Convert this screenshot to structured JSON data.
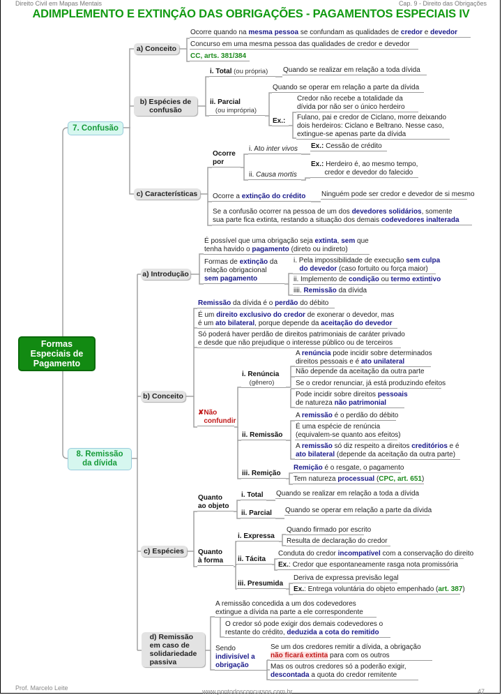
{
  "header": {
    "left": "Direito Civil em Mapas Mentais",
    "right": "Cap. 9 - Direito das Obrigações",
    "title": "ADIMPLEMENTO E EXTINÇÃO DAS OBRIGAÇÕES - PAGAMENTOS ESPECIAIS IV"
  },
  "root": "Formas\nEspeciais de\nPagamento",
  "confusao": {
    "label": "7. Confusão",
    "conceito": {
      "label": "a) Conceito",
      "l1": [
        [
          "Ocorre quando na ",
          ""
        ],
        [
          "mesma pessoa",
          "b"
        ],
        [
          " se confundam as qualidades de ",
          ""
        ],
        [
          "credor",
          "b"
        ],
        [
          " e ",
          ""
        ],
        [
          "devedor",
          "b"
        ]
      ],
      "l2": [
        [
          "Concurso em uma mesma pessoa das qualidades de credor e devedor",
          ""
        ]
      ],
      "l3": [
        [
          "CC, arts. 381/384",
          "g"
        ]
      ]
    },
    "especies": {
      "label": "b) Espécies de\nconfusão",
      "total": [
        [
          "i. Total",
          "k"
        ],
        [
          " (ou própria)",
          "s"
        ]
      ],
      "total_leaf": [
        [
          "Quando se realizar em relação a toda dívida",
          ""
        ]
      ],
      "parcial": [
        [
          "ii. Parcial",
          "k"
        ],
        [
          "\n   (ou imprópria)",
          "s"
        ]
      ],
      "parcial_leaf": [
        [
          "Quando se operar em relação a parte da dívida",
          ""
        ]
      ],
      "ex": [
        [
          "Ex.:",
          "k"
        ]
      ],
      "ex1": [
        [
          "Credor não recebe a totalidade da\ndívida por não ser o único herdeiro",
          ""
        ]
      ],
      "ex2": [
        [
          "Fulano, pai e credor de Ciclano, morre deixando\ndois herdeiros: Ciclano e Beltrano. Nesse caso,\nextingue-se apenas parte da dívida",
          ""
        ]
      ]
    },
    "caracteristicas": {
      "label": "c) Características",
      "ocorre_por": [
        [
          "Ocorre\npor",
          "k"
        ]
      ],
      "inter_vivos": [
        [
          "i. Ato ",
          ""
        ],
        [
          "inter vivos",
          "i"
        ]
      ],
      "inter_vivos_ex": [
        [
          "Ex.:",
          "k"
        ],
        [
          " Cessão de crédito",
          ""
        ]
      ],
      "causa_mortis": [
        [
          "ii. ",
          ""
        ],
        [
          "Causa mortis",
          "i"
        ]
      ],
      "causa_mortis_ex": [
        [
          "Ex.:",
          "k"
        ],
        [
          " Herdeiro é, ao mesmo tempo,\n       credor e devedor do falecido",
          ""
        ]
      ],
      "extincao": [
        [
          "Ocorre a ",
          ""
        ],
        [
          "extinção do crédito",
          "b"
        ]
      ],
      "extincao_leaf": [
        [
          "Ninguém pode ser credor e devedor de si mesmo",
          ""
        ]
      ],
      "solidarios": [
        [
          "Se a confusão ocorrer na pessoa de um dos ",
          ""
        ],
        [
          "devedores solidários",
          "b"
        ],
        [
          ", somente\nsua parte fica extinta, restando a situação dos demais ",
          ""
        ],
        [
          "codevedores inalterada",
          "b"
        ]
      ]
    }
  },
  "remissao": {
    "label": "8. Remissão\nda dívida",
    "introducao": {
      "label": "a) Introdução",
      "l1": [
        [
          "É possível que uma obrigação seja ",
          ""
        ],
        [
          "extinta",
          "b"
        ],
        [
          ", ",
          ""
        ],
        [
          "sem",
          "b"
        ],
        [
          " que\ntenha havido o ",
          ""
        ],
        [
          "pagamento",
          "b"
        ],
        [
          " (direto ou indireto)",
          ""
        ]
      ],
      "formas": [
        [
          "Formas de ",
          ""
        ],
        [
          "extinção",
          "b"
        ],
        [
          " da\nrelação obrigacional\n",
          ""
        ],
        [
          "sem pagamento",
          "b"
        ]
      ],
      "f1": [
        [
          "i. Pela impossibilidade de execução ",
          ""
        ],
        [
          "sem culpa\n   do devedor",
          "b"
        ],
        [
          " (caso fortuito ou força maior)",
          ""
        ]
      ],
      "f2": [
        [
          "ii. Implemento de ",
          ""
        ],
        [
          "condição",
          "b"
        ],
        [
          " ou ",
          ""
        ],
        [
          "termo extintivo",
          "b"
        ]
      ],
      "f3": [
        [
          "iiii. ",
          ""
        ],
        [
          "Remissão",
          "b"
        ],
        [
          " da dívida",
          ""
        ]
      ]
    },
    "conceito": {
      "label": "b) Conceito",
      "l1": [
        [
          "Remissão",
          "b"
        ],
        [
          " da dívida é o ",
          ""
        ],
        [
          "perdão",
          "b"
        ],
        [
          " do débito",
          ""
        ]
      ],
      "l2": [
        [
          "É um ",
          ""
        ],
        [
          "direito exclusivo do credor",
          "b"
        ],
        [
          " de exonerar o devedor, mas\né um ",
          ""
        ],
        [
          "ato bilateral",
          "b"
        ],
        [
          ", porque depende da ",
          ""
        ],
        [
          "aceitação do devedor",
          "b"
        ]
      ],
      "l3": [
        [
          "Só poderá haver perdão de direitos patrimoniais de caráter privado\ne desde que não prejudique o interesse público ou de terceiros",
          ""
        ]
      ],
      "nao_confundir": [
        [
          "✘",
          "r"
        ],
        [
          "Não\n   confundir",
          "r"
        ]
      ],
      "renuncia": [
        [
          "i. Renúncia",
          "k"
        ],
        [
          "\n    (gênero)",
          "s"
        ]
      ],
      "r1": [
        [
          "A ",
          ""
        ],
        [
          "renúncia",
          "b"
        ],
        [
          " pode incidir sobre determinados\ndireitos pessoais e é ",
          ""
        ],
        [
          "ato unilateral",
          "b"
        ]
      ],
      "r2": [
        [
          "Não depende da aceitação da outra parte",
          ""
        ]
      ],
      "r3": [
        [
          "Se o credor renunciar, já está produzindo efeitos",
          ""
        ]
      ],
      "r4": [
        [
          "Pode incidir sobre direitos ",
          ""
        ],
        [
          "pessoais",
          "b"
        ],
        [
          "\nde natureza ",
          ""
        ],
        [
          "não patrimonial",
          "b"
        ]
      ],
      "remissao": [
        [
          "ii. Remissão",
          "k"
        ]
      ],
      "m1": [
        [
          "A ",
          ""
        ],
        [
          "remissão",
          "b"
        ],
        [
          " é o perdão do débito",
          ""
        ]
      ],
      "m2": [
        [
          "É uma espécie de renúncia\n(equivalem-se quanto aos efeitos)",
          ""
        ]
      ],
      "m3": [
        [
          "A ",
          ""
        ],
        [
          "remissão",
          "b"
        ],
        [
          " só diz respeito a direitos ",
          ""
        ],
        [
          "creditórios",
          "b"
        ],
        [
          " e é\n",
          ""
        ],
        [
          "ato bilateral",
          "b"
        ],
        [
          " (depende da aceitação da outra parte)",
          ""
        ]
      ],
      "remicao": [
        [
          "iii. Remição",
          "k"
        ]
      ],
      "c1": [
        [
          "Remição",
          "b"
        ],
        [
          " é o resgate, o pagamento",
          ""
        ]
      ],
      "c2": [
        [
          "Tem natureza ",
          ""
        ],
        [
          "processual",
          "b"
        ],
        [
          " (",
          ""
        ],
        [
          "CPC, art. 651",
          "g"
        ],
        [
          ")",
          ""
        ]
      ]
    },
    "especies": {
      "label": "c) Espécies",
      "objeto": [
        [
          "Quanto\nao objeto",
          "k"
        ]
      ],
      "total": [
        [
          "i. Total",
          "k"
        ]
      ],
      "total_leaf": [
        [
          "Quando se realizar em relação a toda a dívida",
          ""
        ]
      ],
      "parcial": [
        [
          "ii. Parcial",
          "k"
        ]
      ],
      "parcial_leaf": [
        [
          "Quando se operar em relação a parte da dívida",
          ""
        ]
      ],
      "forma": [
        [
          "Quanto\nà forma",
          "k"
        ]
      ],
      "expressa": [
        [
          "i. Expressa",
          "k"
        ]
      ],
      "e1": [
        [
          "Quando firmado por escrito",
          ""
        ]
      ],
      "e2": [
        [
          "Resulta de declaração do credor",
          ""
        ]
      ],
      "tacita": [
        [
          "ii. Tácita",
          "k"
        ]
      ],
      "t1": [
        [
          "Conduta do credor ",
          ""
        ],
        [
          "incompatível",
          "b"
        ],
        [
          " com a conservação do direito",
          ""
        ]
      ],
      "t2": [
        [
          "Ex.",
          "k"
        ],
        [
          ": Credor que espontaneamente rasga nota promissória",
          ""
        ]
      ],
      "presumida": [
        [
          "iii. Presumida",
          "k"
        ]
      ],
      "p1": [
        [
          "Deriva de expressa previsão legal",
          ""
        ]
      ],
      "p2": [
        [
          "Ex.",
          "k"
        ],
        [
          ": Entrega voluntária do objeto empenhado (",
          ""
        ],
        [
          "art. 387",
          "g"
        ],
        [
          ")",
          ""
        ]
      ]
    },
    "solidariedade": {
      "label": "d) Remissão\nem caso de\nsolidariedade\npassiva",
      "l1": [
        [
          "A remissão concedida a um dos codevedores\nextingue a dívida na parte a ele correspondente",
          ""
        ]
      ],
      "l2": [
        [
          "O credor só pode exigir dos demais codevedores o\nrestante do crédito, ",
          ""
        ],
        [
          "deduzida a cota do remitido",
          "b"
        ]
      ],
      "indivisivel": [
        [
          "Sendo\n",
          ""
        ],
        [
          "indivisível a\nobrigação",
          "b"
        ]
      ],
      "i1": [
        [
          "Se um dos credores remitir a dívida, a obrigação\n",
          ""
        ],
        [
          "não ficará extinta",
          "rh"
        ],
        [
          " para com os outros",
          ""
        ]
      ],
      "i2": [
        [
          "Mas os outros credores só a poderão exigir,\n",
          ""
        ],
        [
          "descontada",
          "b"
        ],
        [
          " a quota do credor remitente",
          ""
        ]
      ]
    }
  },
  "footer": {
    "author": "Prof. Marcelo Leite",
    "site": "www.pontodosconcursos.com.br",
    "page": "47"
  }
}
